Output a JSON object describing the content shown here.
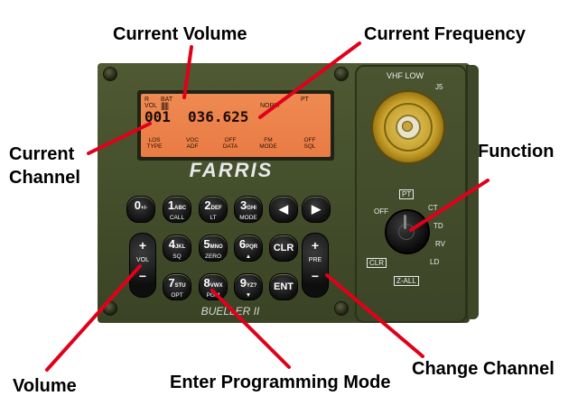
{
  "callouts": {
    "current_volume": "Current Volume",
    "current_frequency": "Current Frequency",
    "current_channel_line1": "Current",
    "current_channel_line2": "Channel",
    "function": "Function",
    "volume": "Volume",
    "enter_programming_mode": "Enter Programming Mode",
    "change_channel": "Change Channel"
  },
  "leader_color": "#e0001a",
  "radio": {
    "brand": "FARRIS",
    "model": "BUELLER II",
    "display": {
      "indicators": {
        "r": "R",
        "bat": "BAT",
        "vol": "VOL",
        "vol_bars": "||||||",
        "norm": "NORM",
        "pt": "PT"
      },
      "channel": "001",
      "frequency": "036.625",
      "softkeys": [
        {
          "line1": "LOS",
          "line2": "TYPE"
        },
        {
          "line1": "VOC",
          "line2": "ADF"
        },
        {
          "line1": "OFF",
          "line2": "DATA"
        },
        {
          "line1": "FM",
          "line2": "MODE"
        },
        {
          "line1": "OFF",
          "line2": "SQL"
        }
      ]
    },
    "keys": {
      "k0": {
        "main": "0",
        "sub": "",
        "sup": "+/-"
      },
      "k1": {
        "main": "1",
        "sub": "CALL",
        "sup": "ABC"
      },
      "k2": {
        "main": "2",
        "sub": "LT",
        "sup": "DEF"
      },
      "k3": {
        "main": "3",
        "sub": "MODE",
        "sup": "GHI"
      },
      "k4": {
        "main": "4",
        "sub": "SQ",
        "sup": "JKL"
      },
      "k5": {
        "main": "5",
        "sub": "ZERO",
        "sup": "MNO"
      },
      "k6": {
        "main": "6",
        "sub": "▲",
        "sup": "PQR"
      },
      "k7": {
        "main": "7",
        "sub": "OPT",
        "sup": "STU"
      },
      "k8": {
        "main": "8",
        "sub": "PGM",
        "sup": "VWX"
      },
      "k9": {
        "main": "9",
        "sub": "▼",
        "sup": "YZ?"
      },
      "clr": "CLR",
      "ent": "ENT",
      "left": "◀",
      "right": "▶"
    },
    "vol_rocker": {
      "plus": "+",
      "label": "VOL",
      "minus": "−"
    },
    "pre_rocker": {
      "plus": "+",
      "label": "PRE",
      "minus": "−"
    },
    "side_panel": {
      "band": "VHF LOW",
      "jack": "J5",
      "switch_labels": {
        "pt": "PT",
        "off": "OFF",
        "ct": "CT",
        "td": "TD",
        "rv": "RV",
        "ld": "LD",
        "clr": "CLR",
        "zall": "Z-ALL"
      }
    }
  }
}
